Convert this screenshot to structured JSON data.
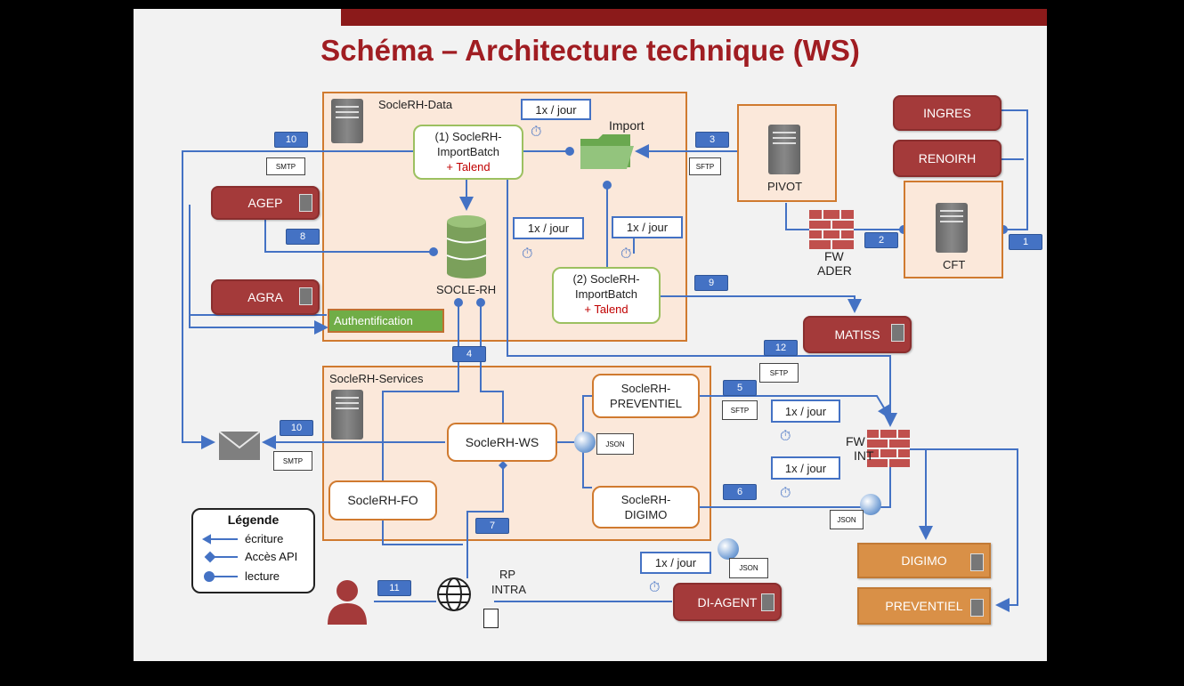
{
  "title": "Schéma – Architecture technique (WS)",
  "groups": {
    "data": "SocleRH-Data",
    "services": "SocleRH-Services"
  },
  "components": {
    "import_batch_1": {
      "line1": "(1) SocleRH-",
      "line2": "ImportBatch",
      "line3": "+ Talend"
    },
    "import_batch_2": {
      "line1": "(2) SocleRH-",
      "line2": "ImportBatch",
      "line3": "+ Talend"
    },
    "import_folder": "Import",
    "socle_rh_db": "SOCLE-RH",
    "authentification": "Authentification",
    "pivot": "PIVOT",
    "cft": "CFT",
    "fw_ader": {
      "line1": "FW",
      "line2": "ADER"
    },
    "fw_int": {
      "line1": "FW",
      "line2": "INT"
    },
    "preventiel_svc": {
      "line1": "SocleRH-",
      "line2": "PREVENTIEL"
    },
    "digimo_svc": {
      "line1": "SocleRH-",
      "line2": "DIGIMO"
    },
    "ws": "SocleRH-WS",
    "fo": "SocleRH-FO",
    "rp_intra": {
      "line1": "RP",
      "line2": "INTRA"
    }
  },
  "systems": {
    "ingres": "INGRES",
    "renoirh": "RENOIRH",
    "agep": "AGEP",
    "agra": "AGRA",
    "matiss": "MATISS",
    "di_agent": "DI-AGENT",
    "digimo": "DIGIMO",
    "preventiel": "PREVENTIEL"
  },
  "flow_numbers": [
    "10",
    "3",
    "8",
    "1x / jour",
    "2",
    "1",
    "9",
    "12",
    "4",
    "5",
    "10",
    "6",
    "7",
    "11"
  ],
  "flows": {
    "f10a": "10",
    "f3": "3",
    "f8": "8",
    "f2": "2",
    "f1": "1",
    "f9": "9",
    "f12": "12",
    "f4": "4",
    "f5": "5",
    "f10b": "10",
    "f6": "6",
    "f7": "7",
    "f11": "11"
  },
  "protocols": {
    "smtp_top": "SMTP",
    "sftp_3": "SFTP",
    "sftp_12": "SFTP",
    "sftp_5": "SFTP",
    "smtp_bottom": "SMTP",
    "json_ws": "JSON",
    "json_fw": "JSON",
    "json_diagent": "JSON"
  },
  "frequency": "1x / jour",
  "legend": {
    "title": "Légende",
    "items": [
      "écriture",
      "Accès API",
      "lecture"
    ]
  },
  "colors": {
    "title": "#a01d22",
    "line": "#4472c4",
    "system_red": "#a43a3a",
    "system_orange": "#d99047",
    "group_border": "#d07a2f",
    "app_border": "#9cc060"
  }
}
